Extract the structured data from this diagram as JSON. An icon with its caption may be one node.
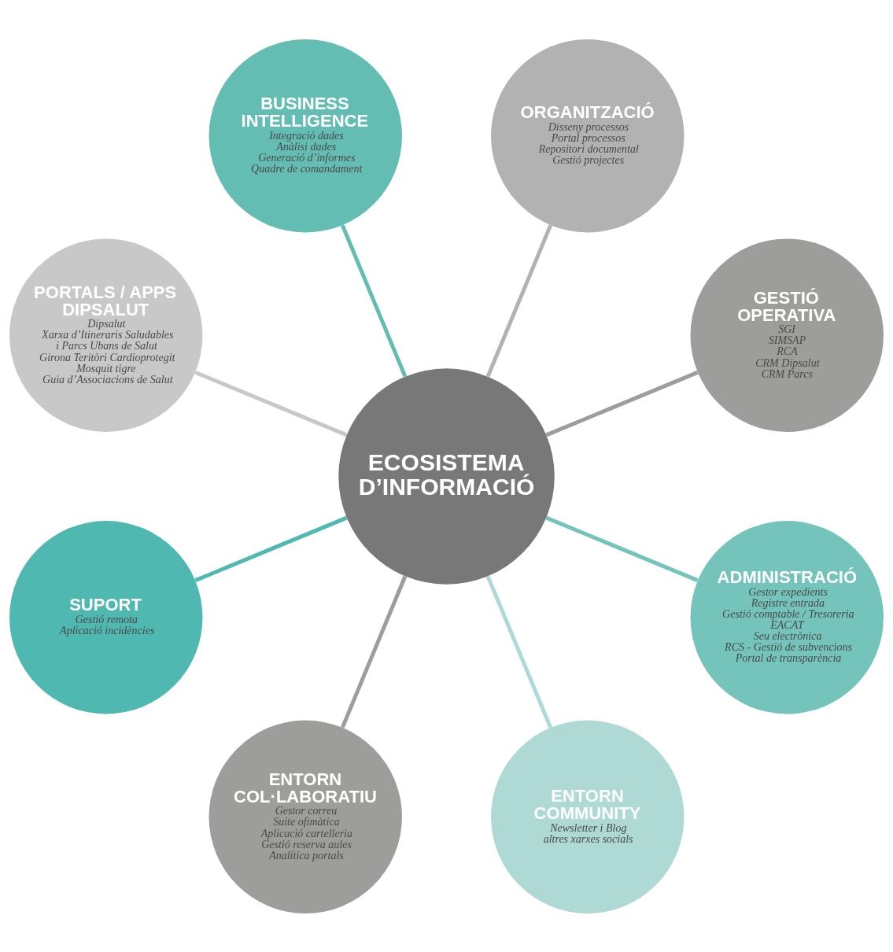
{
  "diagram": {
    "nodes": [
      {
        "text": [
          "ECOSISTEMA D’INFORMACIÓ"
        ]
      },
      {
        "text": [
          "GESTIÓ OPERATIVA",
          "SGI",
          "SIMSAP",
          "RCA",
          "CRM Dipsalut",
          "CRM Parcs"
        ]
      },
      {
        "text": [
          "ORGANITZACIÓ",
          "Disseny processos",
          "Portal processos",
          "Repositori documental",
          "Gestió projectes"
        ]
      },
      {
        "text": [
          "BUSINESS INTELLIGENCE",
          "Integració dades",
          "Anàlisi dades",
          "Generació d’informes",
          "Quadre de comandament"
        ]
      },
      {
        "text": [
          "PORTALS / APPS DIPSALUT",
          "Dipsalut",
          "Xarxa d’Itineraris Saludables i Parcs Ubans de Salut",
          "Girona Teritòri Cardioprotegit",
          "Mosquit tigre",
          "Guia d’Associacions de Salut"
        ]
      },
      {
        "text": [
          "SUPORT",
          "Gestió remota",
          "Aplicació incidències"
        ]
      },
      {
        "text": [
          "ENTORN COL·LABORATIU",
          "Gestor correu",
          "Suite ofimàtica",
          "Aplicació cartelleria",
          "Gestió reserva aules",
          "Analítica portals"
        ]
      },
      {
        "text": [
          "ENTORN COMMUNITY",
          "Newsletter i Blog",
          "altres xarxes socials"
        ]
      },
      {
        "text": [
          "ADMINISTRACIÓ",
          "Gestor expedients",
          "Registre entrada",
          "Gestió comptable / Tresoreria",
          "EACAT",
          "Seu electrònica",
          "RCS - Gestió de subvencions",
          "Portal de transparència"
        ]
      }
    ],
    "edges": [
      {
        "from": 0,
        "to": 1,
        "arrow": "none",
        "color": "#9d9d9c"
      },
      {
        "from": 0,
        "to": 2,
        "arrow": "none",
        "color": "#b2b2b2"
      },
      {
        "from": 0,
        "to": 3,
        "arrow": "none",
        "color": "#63bdb3"
      },
      {
        "from": 0,
        "to": 4,
        "arrow": "none",
        "color": "#c8c8c8"
      },
      {
        "from": 0,
        "to": 5,
        "arrow": "none",
        "color": "#4fb8b0"
      },
      {
        "from": 0,
        "to": 6,
        "arrow": "none",
        "color": "#9d9d9c"
      },
      {
        "from": 0,
        "to": 7,
        "arrow": "none",
        "color": "#aed9d5"
      },
      {
        "from": 0,
        "to": 8,
        "arrow": "none",
        "color": "#75c4bb"
      }
    ]
  }
}
